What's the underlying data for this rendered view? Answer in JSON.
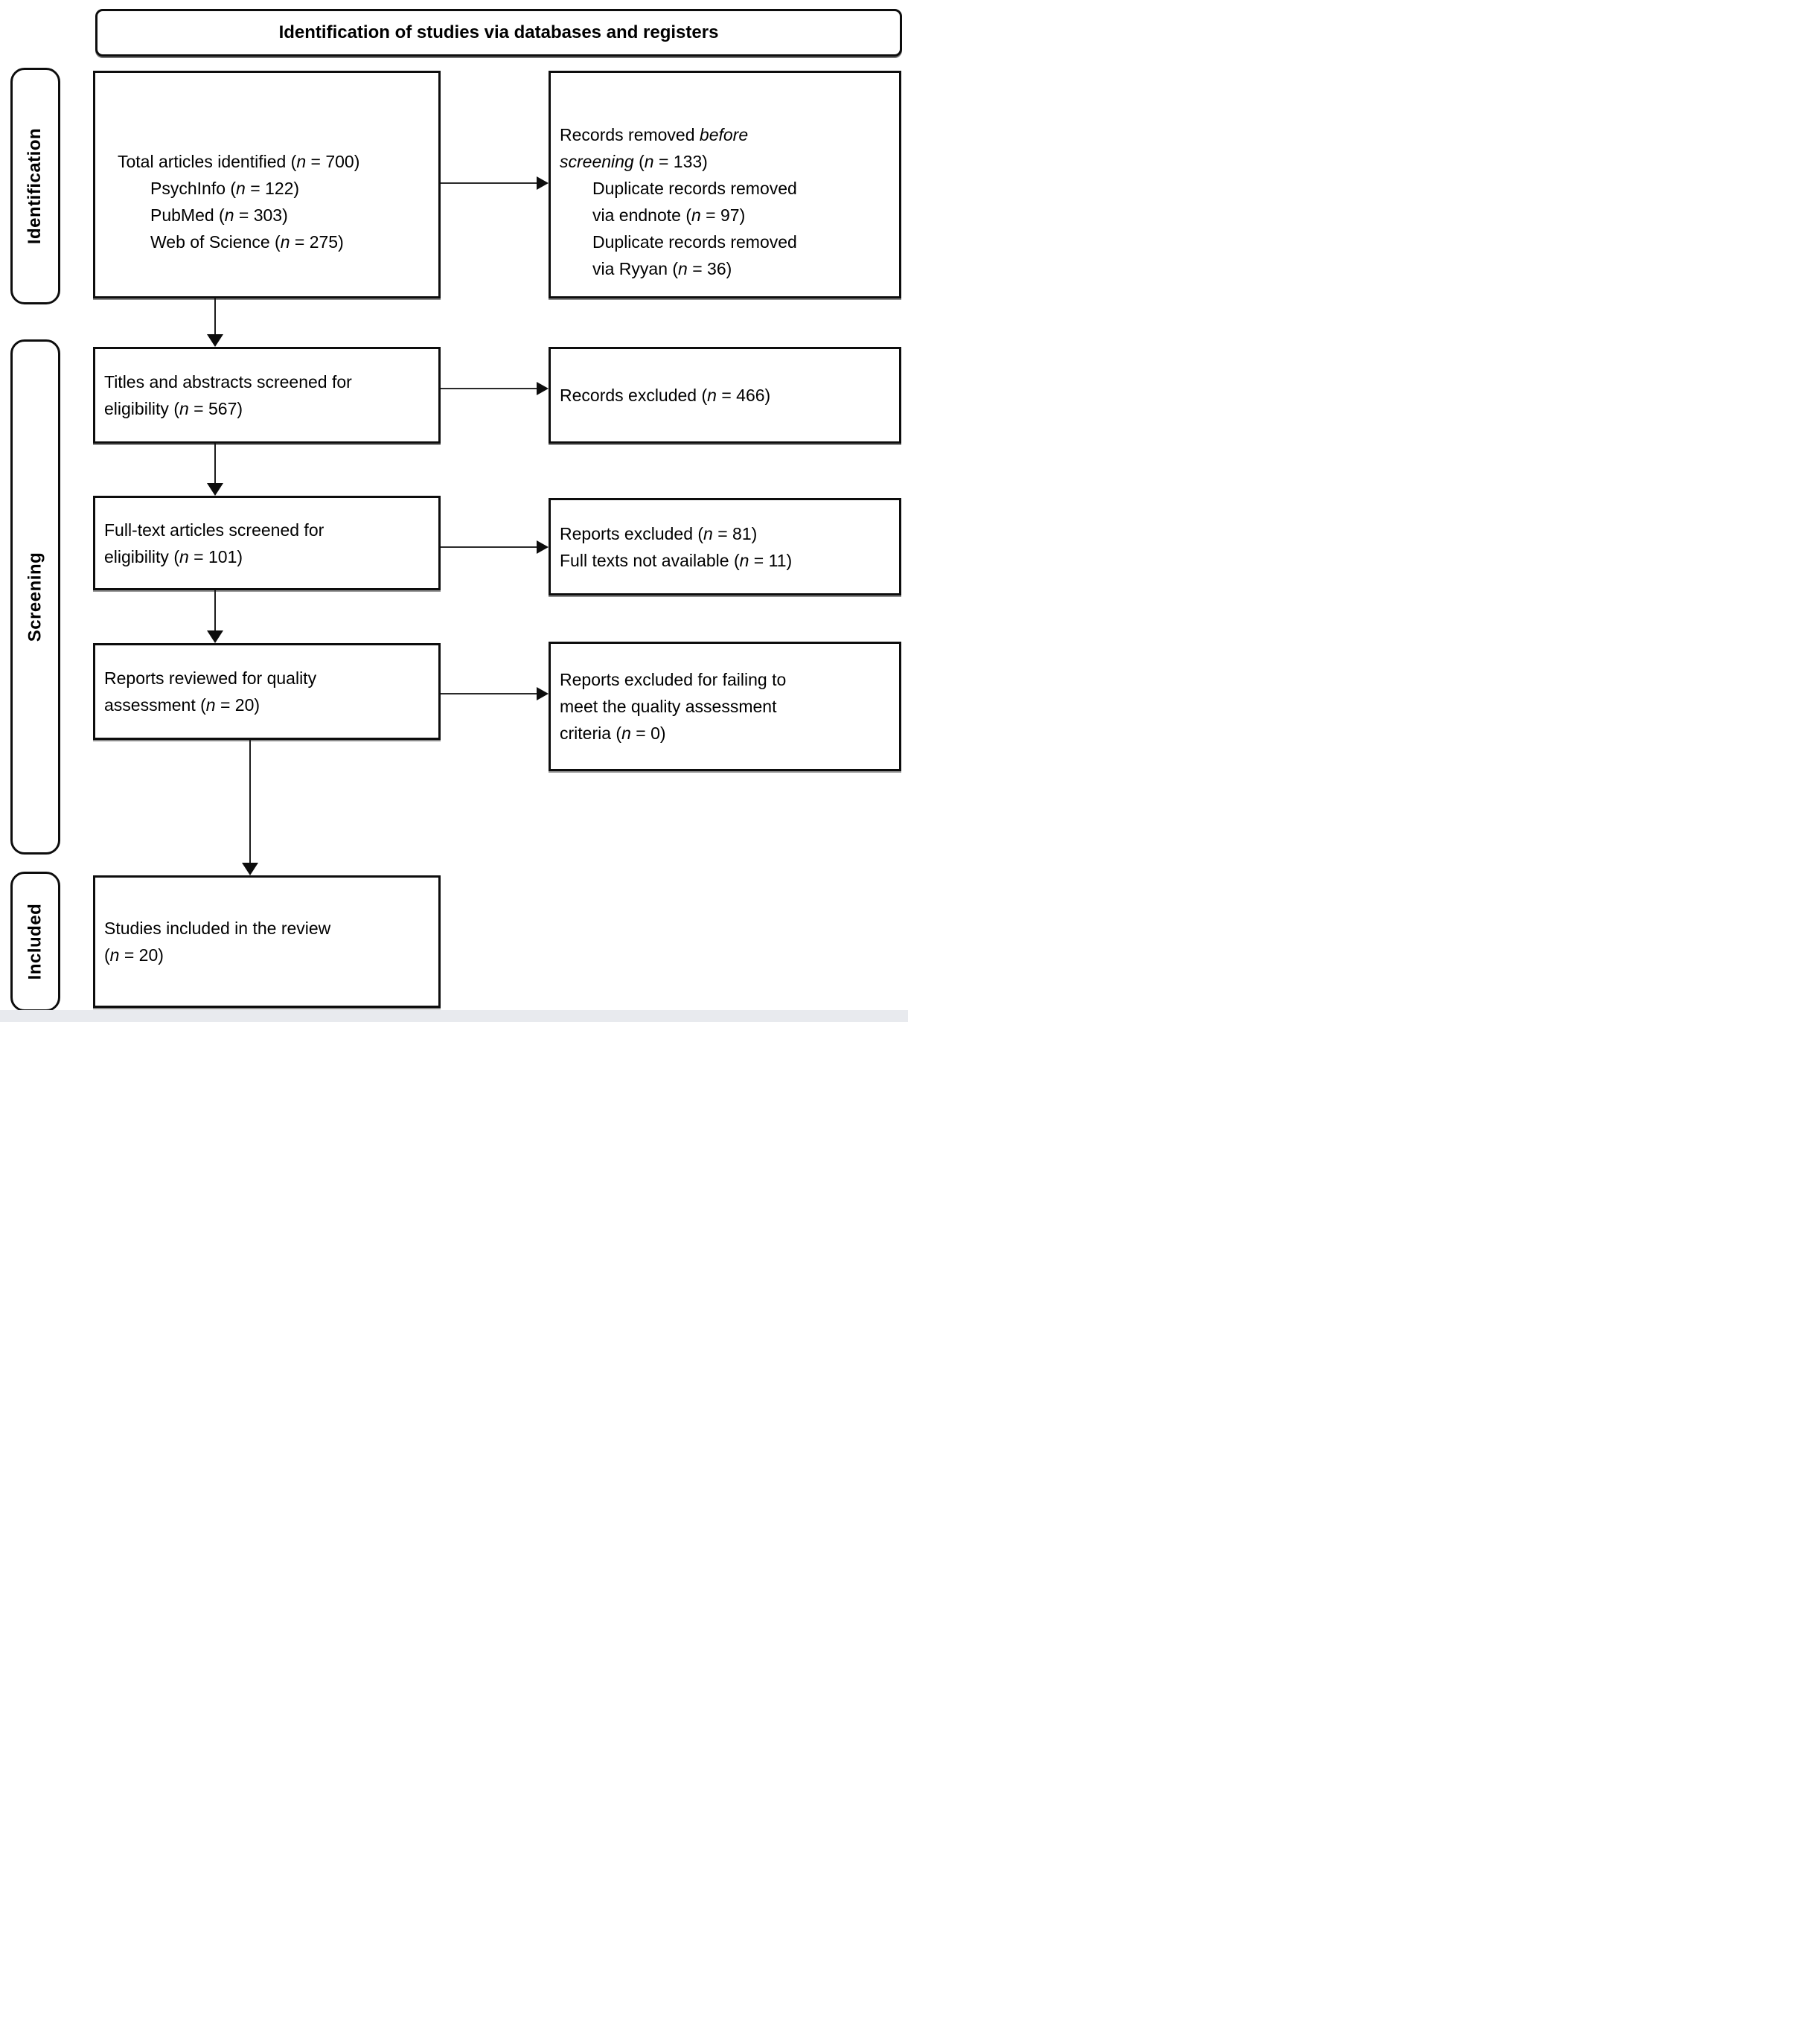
{
  "page": {
    "background": "#ffffff",
    "footer_strip_color": "#e8eaee",
    "line_color": "#0d0d0d"
  },
  "title": "Identification of studies via databases and registers",
  "stages": {
    "identification": "Identification",
    "screening": "Screening",
    "included": "Included"
  },
  "boxes": {
    "identified": {
      "lines": [
        {
          "text": "Total articles identified (*n* = 700)",
          "indent": 0
        },
        {
          "text": "PsychInfo (*n* = 122)",
          "indent": 1
        },
        {
          "text": "PubMed (*n* = 303)",
          "indent": 1
        },
        {
          "text": "Web of Science (*n* = 275)",
          "indent": 1
        }
      ]
    },
    "removed_before_screening": {
      "lines": [
        {
          "text": "Records removed *before*",
          "indent": 0
        },
        {
          "text": "*screening* (*n* = 133)",
          "indent": 0
        },
        {
          "text": "Duplicate records removed",
          "indent": 1
        },
        {
          "text": "via endnote (*n* = 97)",
          "indent": 1
        },
        {
          "text": "Duplicate records removed",
          "indent": 1
        },
        {
          "text": "via Ryyan (*n* = 36)",
          "indent": 1
        }
      ]
    },
    "titles_abstracts_screened": {
      "lines": [
        {
          "text": "Titles and abstracts screened for",
          "indent": 0
        },
        {
          "text": "eligibility (*n* = 567)",
          "indent": 0
        }
      ]
    },
    "records_excluded": {
      "lines": [
        {
          "text": "Records excluded (*n* = 466)",
          "indent": 0
        }
      ]
    },
    "fulltext_screened": {
      "lines": [
        {
          "text": "Full-text articles screened for",
          "indent": 0
        },
        {
          "text": "eligibility (*n* = 101)",
          "indent": 0
        }
      ]
    },
    "reports_excluded": {
      "lines": [
        {
          "text": "Reports excluded (*n* = 81)",
          "indent": 0
        },
        {
          "text": "Full texts not available (*n* = 11)",
          "indent": 0
        }
      ]
    },
    "quality_review": {
      "lines": [
        {
          "text": "Reports reviewed for quality",
          "indent": 0
        },
        {
          "text": "assessment (*n* = 20)",
          "indent": 0
        }
      ]
    },
    "quality_excluded": {
      "lines": [
        {
          "text": "Reports excluded for failing to",
          "indent": 0
        },
        {
          "text": "meet the quality assessment",
          "indent": 0
        },
        {
          "text": "criteria (*n* = 0)",
          "indent": 0
        }
      ]
    },
    "included_studies": {
      "lines": [
        {
          "text": "Studies included in the review",
          "indent": 0
        },
        {
          "text": "(*n* = 20)",
          "indent": 0
        }
      ]
    }
  }
}
